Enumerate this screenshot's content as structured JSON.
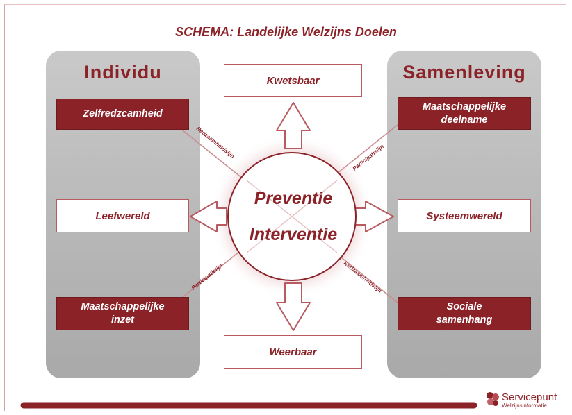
{
  "title": "SCHEMA: Landelijke Welzijns Doelen",
  "left_panel": {
    "heading": "Individu",
    "top": "Zelfredzcamheid",
    "middle": "Leefwereld",
    "bottom_line1": "Maatschappelijke",
    "bottom_line2": "inzet"
  },
  "right_panel": {
    "heading": "Samenleving",
    "top_line1": "Maatschappelijke",
    "top_line2": "deelname",
    "middle": "Systeemwereld",
    "bottom_line1": "Sociale",
    "bottom_line2": "samenhang"
  },
  "top_box": "Kwetsbaar",
  "bottom_box": "Weerbaar",
  "center": {
    "line1": "Preventie",
    "line2": "Interventie"
  },
  "diagonal_labels": {
    "upper_left": "Redzaamheidslijn",
    "upper_right": "Participatielijn",
    "lower_left": "Participatielijn",
    "lower_right": "Redzaamheidslijn"
  },
  "logo": {
    "name": "Servicepunt",
    "tagline": "Welzijnsinformatie"
  },
  "colors": {
    "accent": "#8b2228",
    "panel": "#b8b8b8",
    "background": "#ffffff"
  }
}
